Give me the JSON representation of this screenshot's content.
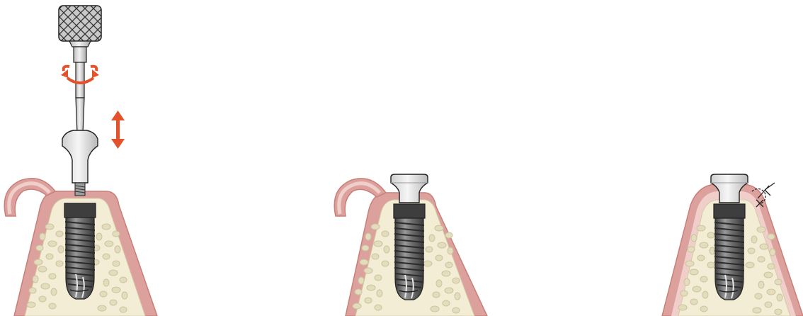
{
  "colors": {
    "gum_outer": "#dca19c",
    "gum_inner": "#f0cfca",
    "gum_edge": "#c97f78",
    "bone": "#f3edd5",
    "bone_spot": "#e2dcbf",
    "bone_spot_edge": "#c9c19f",
    "implant_dark": "#4a4a4a",
    "implant_mid": "#7a7a7a",
    "implant_light": "#bdbdbd",
    "abutment": "#e8e8e8",
    "abutment_shade": "#bdbdbd",
    "outline": "#222222",
    "arrow": "#e3522b"
  },
  "panels": [
    {
      "name": "step-insert-healing-abutment",
      "icons": [
        "screwdriver-icon",
        "rotate-arrow-icon",
        "vertical-move-arrow-icon",
        "healing-abutment-icon",
        "implant-icon"
      ]
    },
    {
      "name": "step-abutment-seated",
      "icons": [
        "healing-abutment-icon",
        "implant-icon"
      ]
    },
    {
      "name": "step-sutured",
      "icons": [
        "healing-abutment-icon",
        "implant-icon",
        "suture-icon"
      ]
    }
  ]
}
